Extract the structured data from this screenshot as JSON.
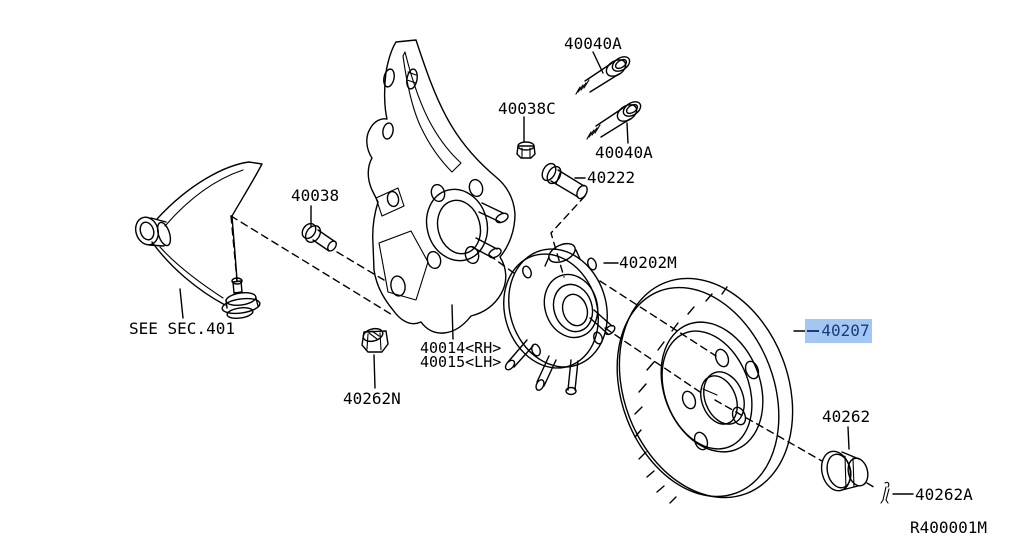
{
  "colors": {
    "background": "#ffffff",
    "line": "#000000",
    "highlight_bg": "#a3c6f3",
    "highlight_text": "#1a3a7c"
  },
  "diagram": {
    "ref_code": "R400001M",
    "note_see_section": "SEE SEC.401",
    "selected_part": "40207"
  },
  "callouts": {
    "bolt_40040a_upper": "40040A",
    "nut_40038c": "40038C",
    "bolt_40040a_lower": "40040A",
    "stud_40222": "40222",
    "bolt_40038": "40038",
    "hub_40202m": "40202M",
    "rotor_40207": "40207",
    "knuckle_rh": "40014<RH>",
    "knuckle_lh": "40015<LH>",
    "nut_40262n": "40262N",
    "nut_40262": "40262",
    "pin_40262a": "40262A"
  }
}
